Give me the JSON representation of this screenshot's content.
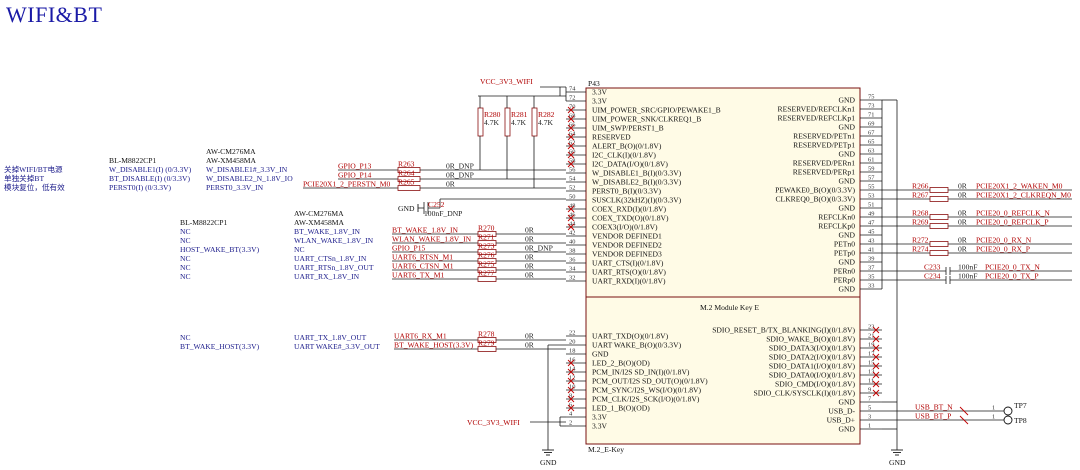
{
  "title": "WIFI&BT",
  "power": {
    "vcc_top": "VCC_3V3_WIFI",
    "vcc_bottom": "VCC_3V3_WIFI",
    "gnd": "GND"
  },
  "chip": {
    "ref": "P43",
    "section_label": "M.2 Module Key E",
    "footer_label": "M.2_E-Key",
    "left_pins": [
      {
        "num": "74",
        "name": "3.3V",
        "nc": false
      },
      {
        "num": "72",
        "name": "3.3V",
        "nc": false
      },
      {
        "num": "70",
        "name": "UIM_POWER_SRC/GPIO/PEWAKE1_B",
        "nc": true
      },
      {
        "num": "68",
        "name": "UIM_POWER_SNK/CLKREQ1_B",
        "nc": true
      },
      {
        "num": "66",
        "name": "UIM_SWP/PERST1_B",
        "nc": true
      },
      {
        "num": "64",
        "name": "RESERVED",
        "nc": true
      },
      {
        "num": "62",
        "name": "ALERT_B(O)(0/1.8V)",
        "nc": true
      },
      {
        "num": "60",
        "name": "I2C_CLK(I)(0/1.8V)",
        "nc": true
      },
      {
        "num": "58",
        "name": "I2C_DATA(I/O)(0/1.8V)",
        "nc": true
      },
      {
        "num": "56",
        "name": "W_DISABLE1_B(I)(0/3.3V)",
        "nc": false
      },
      {
        "num": "54",
        "name": "W_DISABLE2_B(I)(0/3.3V)",
        "nc": false
      },
      {
        "num": "52",
        "name": "PERST0_B(I)(0/3.3V)",
        "nc": false
      },
      {
        "num": "50",
        "name": "SUSCLK(32kHZ)(I)(0/3.3V)",
        "nc": false
      },
      {
        "num": "48",
        "name": "COEX_RXD(I)(0/1.8V)",
        "nc": true
      },
      {
        "num": "46",
        "name": "COEX_TXD(O)(0/1.8V)",
        "nc": true
      },
      {
        "num": "44",
        "name": "COEX3(I/O)(0/1.8V)",
        "nc": true
      },
      {
        "num": "42",
        "name": "VENDOR DEFINED1",
        "nc": false
      },
      {
        "num": "40",
        "name": "VENDOR DEFINED2",
        "nc": false
      },
      {
        "num": "38",
        "name": "VENDOR DEFINED3",
        "nc": false
      },
      {
        "num": "36",
        "name": "UART_CTS(I)(0/1.8V)",
        "nc": false
      },
      {
        "num": "34",
        "name": "UART_RTS(O)(0/1.8V)",
        "nc": false
      },
      {
        "num": "32",
        "name": "UART_RXD(I)(0/1.8V)",
        "nc": false
      }
    ],
    "right_pins": [
      {
        "num": "75",
        "name": "GND"
      },
      {
        "num": "73",
        "name": "RESERVED/REFCLKn1"
      },
      {
        "num": "71",
        "name": "RESERVED/REFCLKp1"
      },
      {
        "num": "69",
        "name": "GND"
      },
      {
        "num": "67",
        "name": "RESERVED/PETn1"
      },
      {
        "num": "65",
        "name": "RESERVED/PETp1"
      },
      {
        "num": "63",
        "name": "GND"
      },
      {
        "num": "61",
        "name": "RESERVED/PERn1"
      },
      {
        "num": "59",
        "name": "RESERVED/PERp1"
      },
      {
        "num": "57",
        "name": "GND"
      },
      {
        "num": "55",
        "name": "PEWAKE0_B(O)(0/3.3V)"
      },
      {
        "num": "53",
        "name": "CLKREQ0_B(O)(0/3.3V)"
      },
      {
        "num": "51",
        "name": "GND"
      },
      {
        "num": "49",
        "name": "REFCLKn0"
      },
      {
        "num": "47",
        "name": "REFCLKp0"
      },
      {
        "num": "45",
        "name": "GND"
      },
      {
        "num": "43",
        "name": "PETn0"
      },
      {
        "num": "41",
        "name": "PETp0"
      },
      {
        "num": "39",
        "name": "GND"
      },
      {
        "num": "37",
        "name": "PERn0"
      },
      {
        "num": "35",
        "name": "PERp0"
      },
      {
        "num": "33",
        "name": "GND"
      }
    ],
    "lower_left_pins": [
      {
        "num": "22",
        "name": "UART_TXD(O)(0/1.8V)",
        "nc": false
      },
      {
        "num": "20",
        "name": "UART WAKE_B(O)(0/3.3V)",
        "nc": false
      },
      {
        "num": "18",
        "name": "GND",
        "nc": false
      },
      {
        "num": "16",
        "name": "LED_2_B(O)(OD)",
        "nc": true
      },
      {
        "num": "14",
        "name": "PCM_IN/I2S SD_IN(I)(0/1.8V)",
        "nc": true
      },
      {
        "num": "12",
        "name": "PCM_OUT/I2S SD_OUT(O)(0/1.8V)",
        "nc": true
      },
      {
        "num": "10",
        "name": "PCM_SYNC/I2S_WS(I/O)(0/1.8V)",
        "nc": true
      },
      {
        "num": "8",
        "name": "PCM_CLK/I2S_SCK(I/O)(0/1.8V)",
        "nc": true
      },
      {
        "num": "6",
        "name": "LED_1_B(O)(OD)",
        "nc": true
      },
      {
        "num": "4",
        "name": "3.3V",
        "nc": false
      },
      {
        "num": "2",
        "name": "3.3V",
        "nc": false
      }
    ],
    "lower_right_pins": [
      {
        "num": "23",
        "name": "SDIO_RESET_B/TX_BLANKING(I)(0/1.8V)",
        "nc": true
      },
      {
        "num": "21",
        "name": "SDIO_WAKE_B(O)(0/1.8V)",
        "nc": true
      },
      {
        "num": "19",
        "name": "SDIO_DATA3(I/O)(0/1.8V)",
        "nc": true
      },
      {
        "num": "17",
        "name": "SDIO_DATA2(I/O)(0/1.8V)",
        "nc": true
      },
      {
        "num": "15",
        "name": "SDIO_DATA1(I/O)(0/1.8V)",
        "nc": true
      },
      {
        "num": "13",
        "name": "SDIO_DATA0(I/O)(0/1.8V)",
        "nc": true
      },
      {
        "num": "11",
        "name": "SDIO_CMD(I/O)(0/1.8V)",
        "nc": true
      },
      {
        "num": "9",
        "name": "SDIO_CLK/SYSCLK(I)(0/1.8V)",
        "nc": true
      },
      {
        "num": "7",
        "name": "GND",
        "nc": false
      },
      {
        "num": "5",
        "name": "USB_D-",
        "nc": false
      },
      {
        "num": "3",
        "name": "USB_D+",
        "nc": false
      },
      {
        "num": "1",
        "name": "GND",
        "nc": false
      }
    ]
  },
  "pullups": [
    {
      "ref": "R280",
      "value": "4.7K"
    },
    {
      "ref": "R281",
      "value": "4.7K"
    },
    {
      "ref": "R282",
      "value": "4.7K"
    }
  ],
  "cap_c252": {
    "ref": "C252",
    "value": "100nF_DNP"
  },
  "left_notes": {
    "cn": [
      "关掉WIFI/BT电源",
      "单独关掉BT",
      "模块复位，低有效"
    ],
    "bl_title": "BL-M8822CP1",
    "bl_signals": [
      "W_DISABLE1(I) (0/3.3V)",
      "BT_DISABLE(I) (0/3.3V)",
      "PERST0(I) (0/3.3V)"
    ],
    "aw_title1": "AW-CM276MA",
    "aw_title2": "AW-XM458MA",
    "aw_signals": [
      "W_DISABLE1#_3.3V_IN",
      "W_DISABLE2_N_1.8V_IO",
      "PERST0_3.3V_IN"
    ]
  },
  "top_nets": [
    {
      "net": "GPIO_P13",
      "ref": "R263",
      "val": "0R_DNP"
    },
    {
      "net": "GPIO_P14",
      "ref": "R264",
      "val": "0R_DNP"
    },
    {
      "net": "PCIE20X1_2_PERSTN_M0",
      "ref": "R265",
      "val": "0R"
    }
  ],
  "mid_notes": {
    "bl_title": "BL-M8822CP1",
    "aw_title1": "AW-CM276MA",
    "aw_title2": "AW-XM458MA",
    "rows": [
      {
        "bl": "NC",
        "aw": "BT_WAKE_1.8V_IN",
        "net": "BT_WAKE_1.8V_IN",
        "ref": "R270",
        "val": "0R"
      },
      {
        "bl": "NC",
        "aw": "WLAN_WAKE_1.8V_IN",
        "net": "WLAN_WAKE_1.8V_IN",
        "ref": "R271",
        "val": "0R"
      },
      {
        "bl": "HOST_WAKE_BT(3.3V)",
        "aw": "NC",
        "net": "GPIO_P15",
        "ref": "R273",
        "val": "0R_DNP"
      },
      {
        "bl": "NC",
        "aw": "UART_CTSn_1.8V_IN",
        "net": "UART6_RTSN_M1",
        "ref": "R276",
        "val": "0R"
      },
      {
        "bl": "NC",
        "aw": "UART_RTSn_1.8V_OUT",
        "net": "UART6_CTSN_M1",
        "ref": "R275",
        "val": "0R"
      },
      {
        "bl": "NC",
        "aw": "UART_RX_1.8V_IN",
        "net": "UART6_TX_M1",
        "ref": "R277",
        "val": "0R"
      }
    ]
  },
  "low_notes": [
    {
      "bl": "NC",
      "aw": "UART_TX_1.8V_OUT",
      "net": "UART6_RX_M1",
      "ref": "R278",
      "val": "0R"
    },
    {
      "bl": "BT_WAKE_HOST(3.3V)",
      "aw": "UART WAKE#_3.3V_OUT",
      "net": "BT_WAKE_HOST(3.3V)",
      "ref": "R279",
      "val": "0R"
    }
  ],
  "right_nets": [
    {
      "ref": "R266",
      "val": "0R",
      "net": "PCIE20X1_2_WAKEN_M0"
    },
    {
      "ref": "R267",
      "val": "0R",
      "net": "PCIE20X1_2_CLKREQN_M0"
    },
    {
      "ref": "R268",
      "val": "0R",
      "net": "PCIE20_0_REFCLK_N"
    },
    {
      "ref": "R269",
      "val": "0R",
      "net": "PCIE20_0_REFCLK_P"
    },
    {
      "ref": "R272",
      "val": "0R",
      "net": "PCIE20_0_RX_N"
    },
    {
      "ref": "R274",
      "val": "0R",
      "net": "PCIE20_0_RX_P"
    },
    {
      "ref": "C233",
      "val": "100nF",
      "net": "PCIE20_0_TX_N"
    },
    {
      "ref": "C234",
      "val": "100nF",
      "net": "PCIE20_0_TX_P"
    }
  ],
  "usb": {
    "nets": [
      "USB_BT_N",
      "USB_BT_P"
    ],
    "tps": [
      "TP7",
      "TP8"
    ],
    "tp_pin": "1"
  },
  "colors": {
    "wire": "#1a1a1a",
    "net_red": "#b00000",
    "note_blue": "#1a1a8a",
    "title_blue": "#1a1aa6",
    "chip_fill": "#fffbe6"
  }
}
